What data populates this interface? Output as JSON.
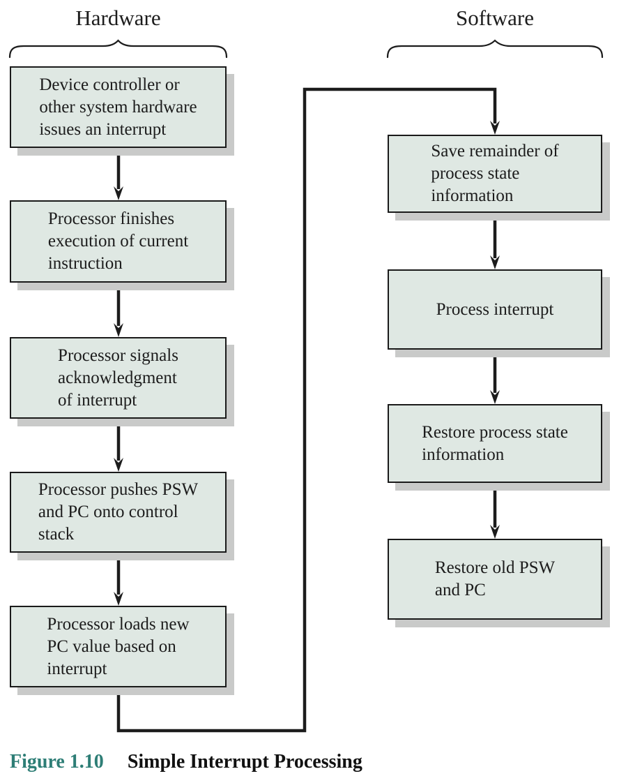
{
  "headers": {
    "hardware": "Hardware",
    "software": "Software"
  },
  "hardware_boxes": [
    {
      "label": "Device controller or\nother system hardware\nissues an interrupt"
    },
    {
      "label": "Processor finishes\nexecution of current\ninstruction"
    },
    {
      "label": "Processor signals\nacknowledgment\nof interrupt"
    },
    {
      "label": "Processor pushes PSW\nand PC onto control\nstack"
    },
    {
      "label": "Processor loads new\nPC value based on\ninterrupt"
    }
  ],
  "software_boxes": [
    {
      "label": "Save remainder of\nprocess state\ninformation"
    },
    {
      "label": "Process interrupt"
    },
    {
      "label": "Restore process state\ninformation"
    },
    {
      "label": "Restore old PSW\nand PC"
    }
  ],
  "caption": {
    "figure_label": "Figure 1.10",
    "title": "Simple Interrupt Processing"
  },
  "colors": {
    "box_fill": "#dfe8e3",
    "box_border": "#1a1a1a",
    "shadow": "#c9cac9",
    "ink": "#1c1c1c",
    "caption_accent": "#2e7e76"
  }
}
